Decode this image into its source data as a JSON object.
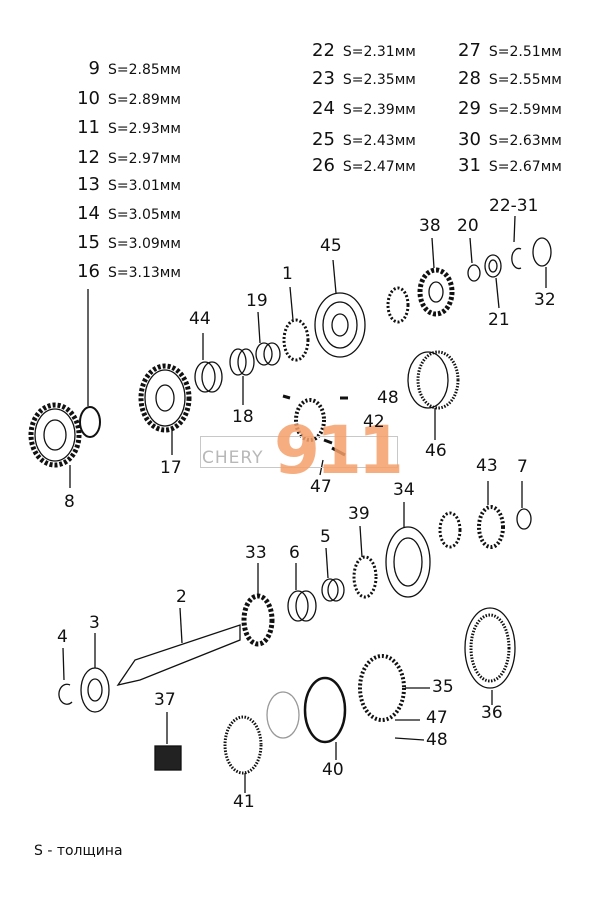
{
  "thickness_table": {
    "left": [
      {
        "num": "9",
        "val": "S=2.85мм"
      },
      {
        "num": "10",
        "val": "S=2.89мм"
      },
      {
        "num": "11",
        "val": "S=2.93мм"
      },
      {
        "num": "12",
        "val": "S=2.97мм"
      },
      {
        "num": "13",
        "val": "S=3.01мм"
      },
      {
        "num": "14",
        "val": "S=3.05мм"
      },
      {
        "num": "15",
        "val": "S=3.09мм"
      },
      {
        "num": "16",
        "val": "S=3.13мм"
      }
    ],
    "mid": [
      {
        "num": "22",
        "val": "S=2.31мм"
      },
      {
        "num": "23",
        "val": "S=2.35мм"
      },
      {
        "num": "24",
        "val": "S=2.39мм"
      },
      {
        "num": "25",
        "val": "S=2.43мм"
      },
      {
        "num": "26",
        "val": "S=2.47мм"
      }
    ],
    "right": [
      {
        "num": "27",
        "val": "S=2.51мм"
      },
      {
        "num": "28",
        "val": "S=2.55мм"
      },
      {
        "num": "29",
        "val": "S=2.59мм"
      },
      {
        "num": "30",
        "val": "S=2.63мм"
      },
      {
        "num": "31",
        "val": "S=2.67мм"
      }
    ]
  },
  "callouts": {
    "c1": "1",
    "c2": "2",
    "c3": "3",
    "c4": "4",
    "c5": "5",
    "c6": "6",
    "c7": "7",
    "c8": "8",
    "c17": "17",
    "c18": "18",
    "c19": "19",
    "c20": "20",
    "c21": "21",
    "c22_31": "22-31",
    "c32": "32",
    "c33": "33",
    "c34": "34",
    "c35": "35",
    "c36": "36",
    "c37": "37",
    "c38": "38",
    "c39": "39",
    "c40": "40",
    "c41": "41",
    "c42": "42",
    "c43": "43",
    "c44": "44",
    "c45": "45",
    "c46": "46",
    "c47a": "47",
    "c47b": "47",
    "c48a": "48",
    "c48b": "48"
  },
  "footnote": "S - толщина",
  "watermark": {
    "text": "CHERY",
    "logo": "911",
    "logo_color": "#f5a06a"
  }
}
